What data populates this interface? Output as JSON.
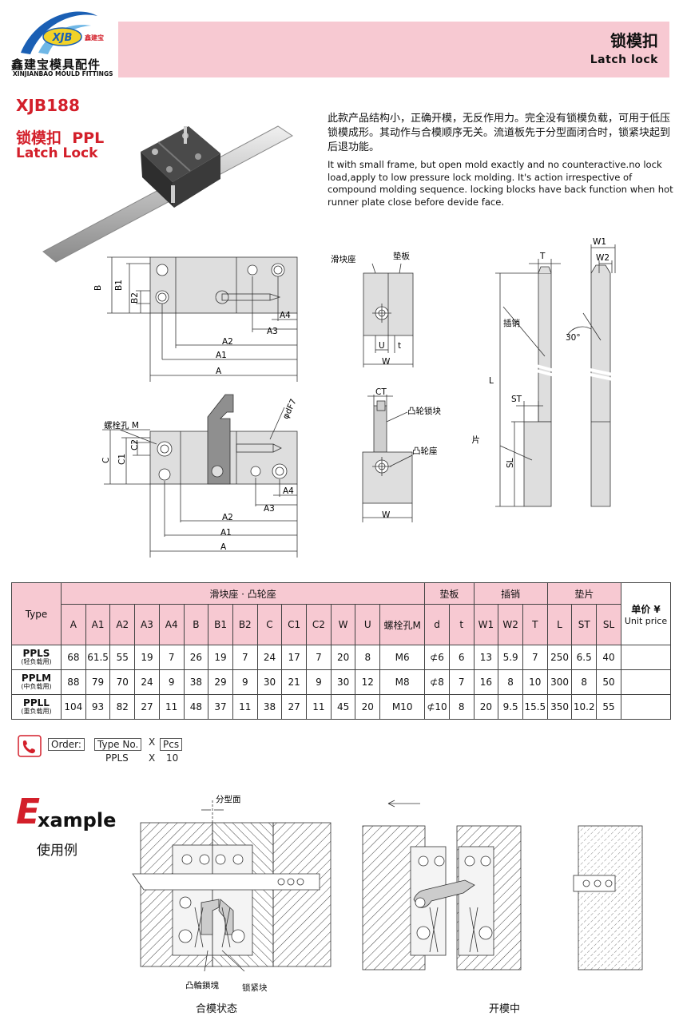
{
  "brand": {
    "logo_text": "XJB",
    "logo_cn": "鑫建宝",
    "name_cn": "鑫建宝模具配件",
    "name_en": "XINJIANBAO MOULD FITTINGS"
  },
  "header": {
    "title_cn": "锁模扣",
    "title_en": "Latch lock"
  },
  "product": {
    "code": "XJB188",
    "name_cn": "锁模扣",
    "series": "PPL",
    "name_en": "Latch Lock"
  },
  "description": {
    "cn": "此款产品结构小，正确开模，无反作用力。完全没有锁模负载，可用于低压锁模成形。其动作与合模顺序无关。流道板先于分型面闭合时，锁紧块起到后退功能。",
    "en": "It with small frame, but open mold exactly and no counteractive.no lock load,apply to low pressure lock molding. It's action irrespective of compound molding sequence. locking blocks have back function when hot runner plate close before devide face."
  },
  "drawing": {
    "d1": {
      "B": "B",
      "B1": "B1",
      "B2": "B2",
      "A4": "A4",
      "A3": "A3",
      "A2": "A2",
      "A1": "A1",
      "A": "A"
    },
    "d2": {
      "slider_seat": "滑块座",
      "spacer_plate": "垫板",
      "U": "U",
      "t": "t",
      "W": "W"
    },
    "d3": {
      "W1": "W1",
      "W2": "W2",
      "T": "T",
      "angle": "30°",
      "pin": "插销",
      "L": "L",
      "ST": "ST",
      "shim": "垫片",
      "SL": "SL"
    },
    "d4": {
      "bolt": "螺栓孔 M",
      "C": "C",
      "C1": "C1",
      "C2": "C2",
      "dF7": "φdF7",
      "A4": "A4",
      "A3": "A3",
      "A2": "A2",
      "A1": "A1",
      "A": "A"
    },
    "d5": {
      "CT": "CT",
      "cam_lock": "凸轮锁块",
      "cam_seat": "凸轮座",
      "W": "W"
    }
  },
  "table": {
    "type_label": "Type",
    "group_slider": "滑块座 · 凸轮座",
    "group_spacer": "垫板",
    "group_pin": "插销",
    "group_shim": "垫片",
    "price_cn": "单价 ¥",
    "price_en": "Unit price",
    "columns": [
      "A",
      "A1",
      "A2",
      "A3",
      "A4",
      "B",
      "B1",
      "B2",
      "C",
      "C1",
      "C2",
      "W",
      "U",
      "螺栓孔M",
      "d",
      "t",
      "W1",
      "W2",
      "T",
      "L",
      "ST",
      "SL"
    ],
    "rows": [
      {
        "name": "PPLS",
        "sub": "(轻负载用)",
        "values": [
          "68",
          "61.5",
          "55",
          "19",
          "7",
          "26",
          "19",
          "7",
          "24",
          "17",
          "7",
          "20",
          "8",
          "M6",
          "⊄6",
          "6",
          "13",
          "5.9",
          "7",
          "250",
          "6.5",
          "40"
        ]
      },
      {
        "name": "PPLM",
        "sub": "(中负载用)",
        "values": [
          "88",
          "79",
          "70",
          "24",
          "9",
          "38",
          "29",
          "9",
          "30",
          "21",
          "9",
          "30",
          "12",
          "M8",
          "⊄8",
          "7",
          "16",
          "8",
          "10",
          "300",
          "8",
          "50"
        ]
      },
      {
        "name": "PPLL",
        "sub": "(重负载用)",
        "values": [
          "104",
          "93",
          "82",
          "27",
          "11",
          "48",
          "37",
          "11",
          "38",
          "27",
          "11",
          "45",
          "20",
          "M10",
          "⊄10",
          "8",
          "20",
          "9.5",
          "15.5",
          "350",
          "10.2",
          "55"
        ]
      }
    ]
  },
  "order": {
    "label": "Order:",
    "type_no": "Type No.",
    "x": "X",
    "pcs": "Pcs",
    "ex_type": "PPLS",
    "ex_x": "X",
    "ex_qty": "10"
  },
  "example": {
    "big": "E",
    "small": "xample",
    "cn": "使用例",
    "parting": "分型面",
    "cam_lock": "凸輪鎖塊",
    "lock_block": "锁紧块",
    "closed": "合模状态",
    "opening": "开模中"
  },
  "colors": {
    "accent": "#d31f2a",
    "band": "#f7c9d2",
    "part": "#dcdcdc",
    "dark": "#555555"
  }
}
